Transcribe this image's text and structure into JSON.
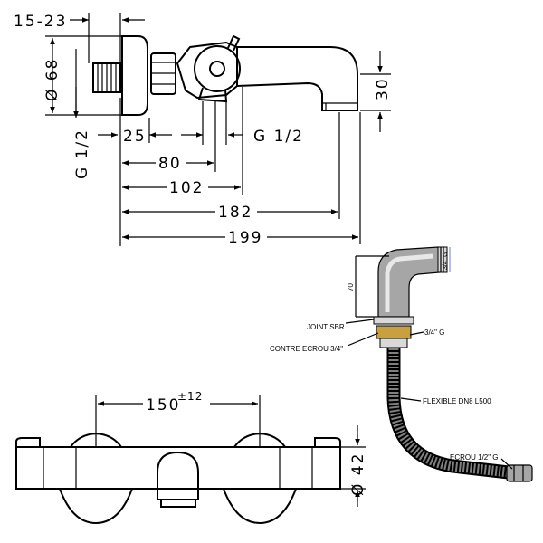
{
  "colors": {
    "line": "#000000",
    "grey_body": "#a6a6a6",
    "grey_light": "#d9d9d9",
    "brass": "#c8a040",
    "hose": "#808080",
    "dim_blue": "#6c7bc9"
  },
  "top_view": {
    "dim_15_23": "15-23",
    "dim_d68": "Ø 68",
    "dim_g12_left": "G 1/2",
    "dim_25": "25",
    "dim_g12_right": "G 1/2",
    "dim_80": "80",
    "dim_102": "102",
    "dim_182": "182",
    "dim_199": "199",
    "dim_30": "30"
  },
  "front_view": {
    "dim_150": "150",
    "dim_150_tol": "±12",
    "dim_d42": "Ø 42"
  },
  "hose_detail": {
    "dim_3_4_g_top": "3/4\" G",
    "dim_70": "70",
    "label_joint": "JOINT SBR",
    "label_contre": "CONTRE ECROU 3/4\"",
    "label_3_4_g": "3/4\" G",
    "label_flexible": "FLEXIBLE DN8 L500",
    "label_ecrou": "ECROU 1/2\" G"
  }
}
